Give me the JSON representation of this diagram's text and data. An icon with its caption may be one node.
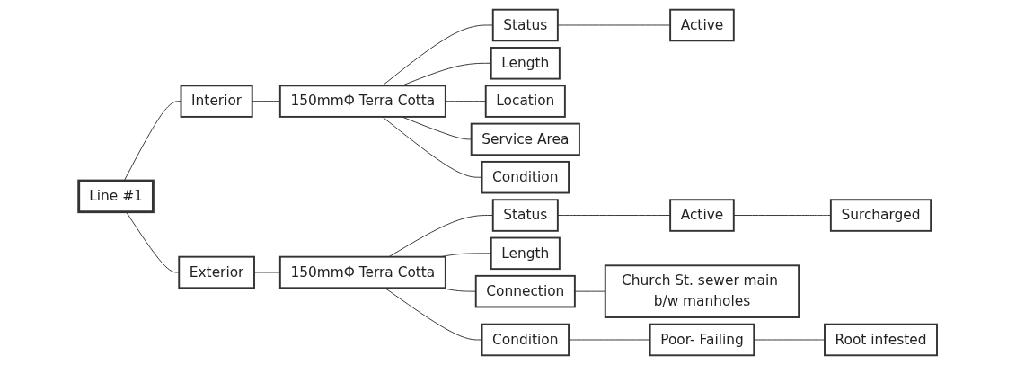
{
  "diagram": {
    "nodes": [
      {
        "text": [
          "Line #1"
        ]
      },
      {
        "text": [
          "Interior"
        ]
      },
      {
        "text": [
          "150mmΦ Terra Cotta"
        ]
      },
      {
        "text": [
          "Status"
        ]
      },
      {
        "text": [
          "Active"
        ]
      },
      {
        "text": [
          "Length"
        ]
      },
      {
        "text": [
          "Location"
        ]
      },
      {
        "text": [
          "Service Area"
        ]
      },
      {
        "text": [
          "Condition"
        ]
      },
      {
        "text": [
          "Exterior"
        ]
      },
      {
        "text": [
          "150mmΦ Terra Cotta"
        ]
      },
      {
        "text": [
          "Status"
        ]
      },
      {
        "text": [
          "Active"
        ]
      },
      {
        "text": [
          "Surcharged"
        ]
      },
      {
        "text": [
          "Length"
        ]
      },
      {
        "text": [
          "Connection"
        ]
      },
      {
        "text": [
          "Church St. sewer main b/w manholes"
        ]
      },
      {
        "text": [
          "Condition"
        ]
      },
      {
        "text": [
          "Poor- Failing"
        ]
      },
      {
        "text": [
          "Root infested"
        ]
      }
    ],
    "edges": [
      {
        "from": 0,
        "to": 1,
        "arrow": "none"
      },
      {
        "from": 1,
        "to": 2,
        "arrow": "none"
      },
      {
        "from": 2,
        "to": 3,
        "arrow": "none"
      },
      {
        "from": 3,
        "to": 4,
        "arrow": "none"
      },
      {
        "from": 2,
        "to": 5,
        "arrow": "none"
      },
      {
        "from": 2,
        "to": 6,
        "arrow": "none"
      },
      {
        "from": 2,
        "to": 7,
        "arrow": "none"
      },
      {
        "from": 2,
        "to": 8,
        "arrow": "none"
      },
      {
        "from": 0,
        "to": 9,
        "arrow": "none"
      },
      {
        "from": 9,
        "to": 10,
        "arrow": "none"
      },
      {
        "from": 10,
        "to": 11,
        "arrow": "none"
      },
      {
        "from": 11,
        "to": 12,
        "arrow": "none"
      },
      {
        "from": 12,
        "to": 13,
        "arrow": "none"
      },
      {
        "from": 10,
        "to": 14,
        "arrow": "none"
      },
      {
        "from": 10,
        "to": 15,
        "arrow": "none"
      },
      {
        "from": 15,
        "to": 16,
        "arrow": "none"
      },
      {
        "from": 10,
        "to": 17,
        "arrow": "none"
      },
      {
        "from": 17,
        "to": 18,
        "arrow": "none"
      },
      {
        "from": 18,
        "to": 19,
        "arrow": "none"
      }
    ]
  }
}
